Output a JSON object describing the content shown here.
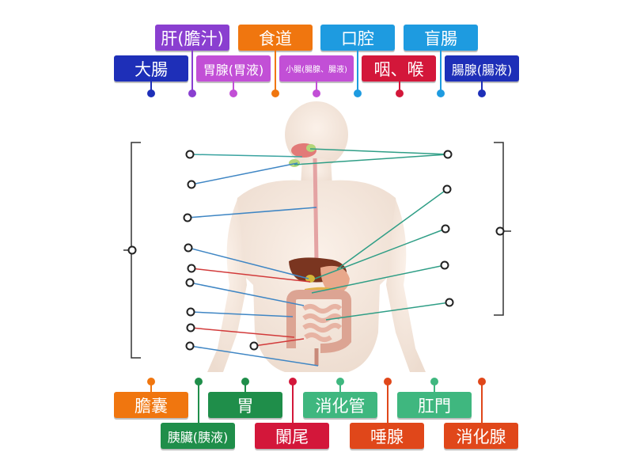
{
  "colors": {
    "bracket": "#333333",
    "line_blue": "#3f86c4",
    "line_red": "#d23a3a",
    "line_teal": "#2f9e86"
  },
  "figure": {
    "icon": "human-digestive-system-illustration"
  },
  "top_labels": [
    {
      "id": "liver",
      "text": "肝(膽汁)",
      "color": "#8a3fd0",
      "pin_color": "#8a3fd0"
    },
    {
      "id": "esophagus",
      "text": "食道",
      "color": "#f0760f",
      "pin_color": "#f0760f"
    },
    {
      "id": "mouth",
      "text": "口腔",
      "color": "#1e9be0",
      "pin_color": "#1e9be0"
    },
    {
      "id": "cecum",
      "text": "盲腸",
      "color": "#1e9be0",
      "pin_color": "#1e9be0"
    },
    {
      "id": "large-intestine",
      "text": "大腸",
      "color": "#1e2fb8",
      "pin_color": "#1e2fb8"
    },
    {
      "id": "gastric-gland",
      "text": "胃腺(胃液)",
      "color": "#c24fd6",
      "pin_color": "#c24fd6"
    },
    {
      "id": "small-intestine",
      "text": "小腸(腸腺、腸液)",
      "color": "#c24fd6",
      "pin_color": "#c24fd6"
    },
    {
      "id": "pharynx",
      "text": "咽、喉",
      "color": "#d3173a",
      "pin_color": "#d3173a"
    },
    {
      "id": "intestinal-gland",
      "text": "腸腺(腸液)",
      "color": "#1e2fb8",
      "pin_color": "#1e2fb8"
    }
  ],
  "bottom_labels": [
    {
      "id": "gallbladder",
      "text": "膽囊",
      "color": "#f0760f",
      "pin_color": "#f0760f"
    },
    {
      "id": "stomach",
      "text": "胃",
      "color": "#1f8e4a",
      "pin_color": "#1f8e4a"
    },
    {
      "id": "digestive-tract",
      "text": "消化管",
      "color": "#3fb77f",
      "pin_color": "#3fb77f"
    },
    {
      "id": "anus",
      "text": "肛門",
      "color": "#3fb77f",
      "pin_color": "#3fb77f"
    },
    {
      "id": "pancreas",
      "text": "胰臟(胰液)",
      "color": "#1f8e4a",
      "pin_color": "#1f8e4a"
    },
    {
      "id": "appendix",
      "text": "闌尾",
      "color": "#d3173a",
      "pin_color": "#d3173a"
    },
    {
      "id": "salivary-gland",
      "text": "唾腺",
      "color": "#e0471a",
      "pin_color": "#e0471a"
    },
    {
      "id": "digestive-gland",
      "text": "消化腺",
      "color": "#e0471a",
      "pin_color": "#e0471a"
    }
  ]
}
